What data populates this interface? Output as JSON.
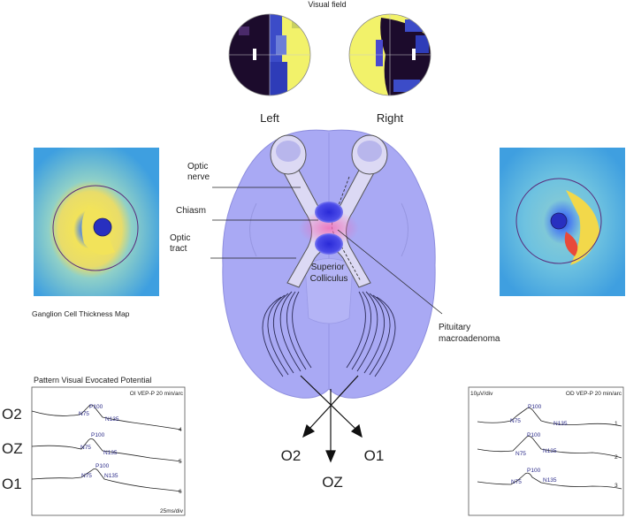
{
  "visual_field": {
    "title": "Visual field",
    "left_label": "Left",
    "right_label": "Right"
  },
  "ganglion": {
    "caption": "Ganglion Cell Thickness Map"
  },
  "anatomy": {
    "optic_nerve": [
      "Optic",
      "nerve"
    ],
    "chiasm": "Chiasm",
    "optic_tract": [
      "Optic",
      "tract"
    ],
    "superior_colliculus": [
      "Superior",
      "Colliculus"
    ],
    "pituitary": [
      "Pituitary",
      "macroadenoma"
    ]
  },
  "occipital": {
    "o2": "O2",
    "o1": "O1",
    "oz": "OZ"
  },
  "vep": {
    "title": "Pattern Visual Evocated Potential",
    "left": {
      "header": "OI VEP-P 20 min/arc",
      "footer": "25ms/div",
      "channels": [
        "O2",
        "OZ",
        "O1"
      ],
      "traces": [
        {
          "n75": "N75",
          "p100": "P100",
          "n135": "N135",
          "index": "4"
        },
        {
          "n75": "N75",
          "p100": "P100",
          "n135": "N135",
          "index": "5"
        },
        {
          "n75": "N75",
          "p100": "P100",
          "n135": "N135",
          "index": "6"
        }
      ]
    },
    "right": {
      "scale": "10µV/div",
      "header": "OD VEP-P 20 min/arc",
      "traces": [
        {
          "n75": "N75",
          "p100": "P100",
          "n135": "N135",
          "index": "1"
        },
        {
          "n75": "N75",
          "p100": "P100",
          "n135": "N135",
          "index": "2"
        },
        {
          "n75": "N75",
          "p100": "P100",
          "n135": "N135",
          "index": "3"
        }
      ]
    }
  },
  "colors": {
    "brain": "#a9a9f4",
    "brain_dark": "#8f8fe6",
    "pathway": "#dcd9f4",
    "tumor": "#3a3ae0",
    "field_yellow": "#f3f36a",
    "field_dark": "#1a0a2a"
  }
}
